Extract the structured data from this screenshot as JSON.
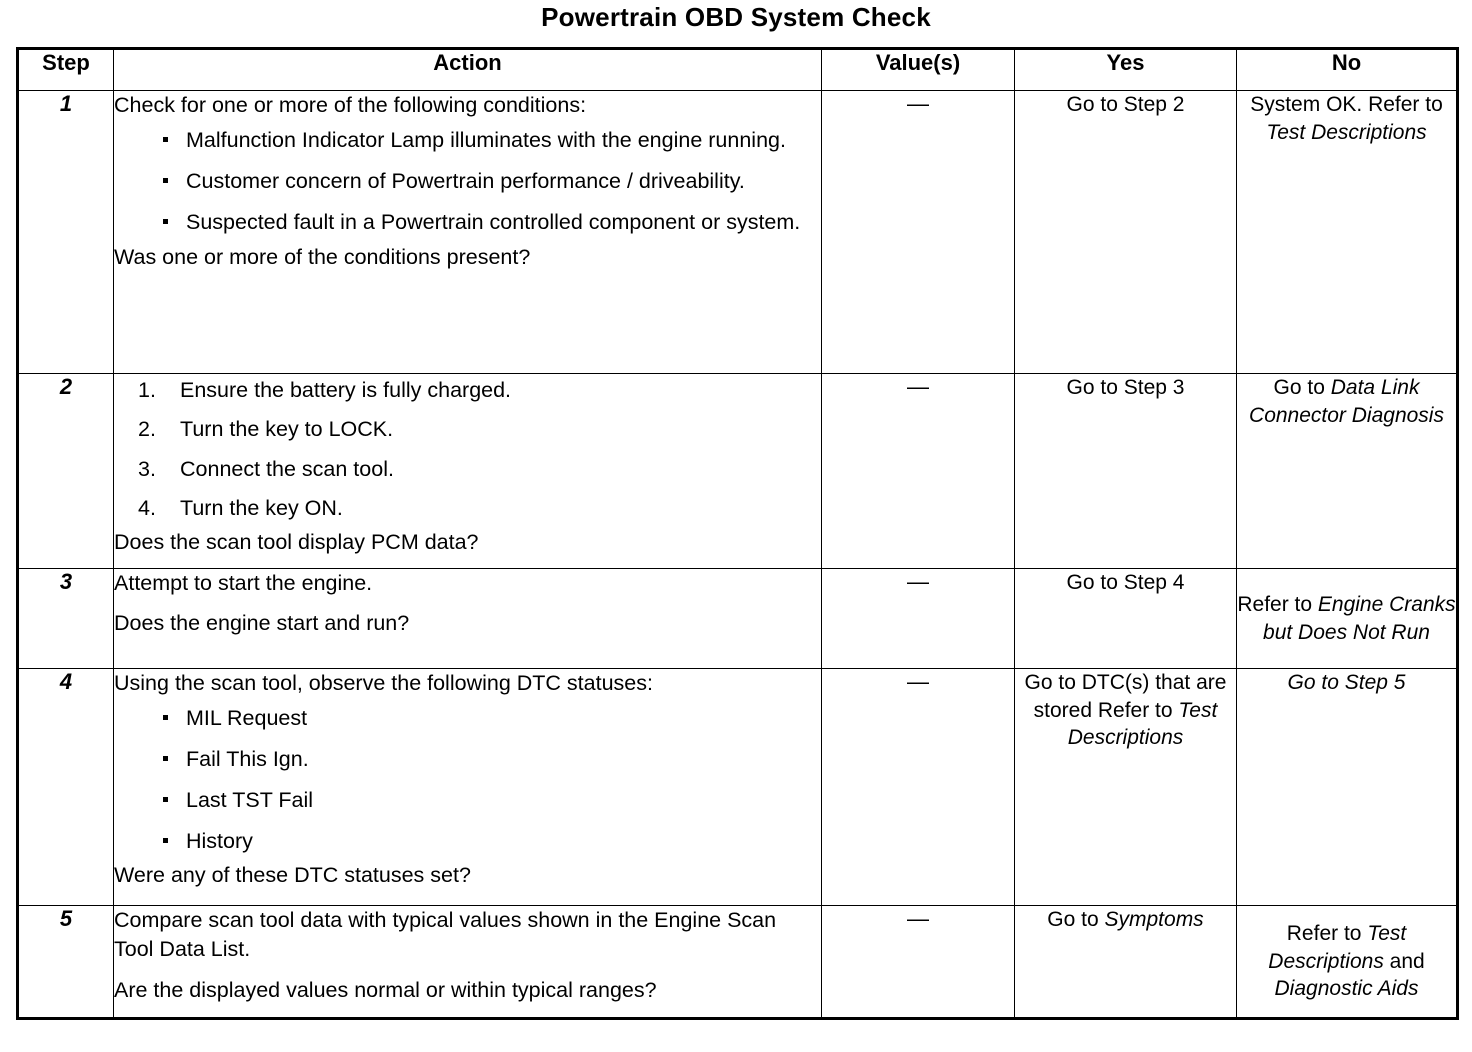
{
  "document": {
    "title": "Powertrain OBD System Check"
  },
  "table": {
    "headers": {
      "step": "Step",
      "action": "Action",
      "values": "Value(s)",
      "yes": "Yes",
      "no": "No"
    },
    "rows": [
      {
        "step": "1",
        "action": {
          "lead": "Check for one or more of the following conditions:",
          "bullets": [
            "Malfunction Indicator Lamp illuminates with the engine running.",
            "Customer concern of Powertrain performance / driveability.",
            "Suspected fault in a Powertrain controlled component or system."
          ],
          "tail": "Was one or more of the conditions present?"
        },
        "value": "—",
        "yes": {
          "plain1": "Go to Step 2",
          "italic1": "",
          "plain2": "",
          "italic2": ""
        },
        "no": {
          "plain1": "System OK. Refer to ",
          "italic1": "Test Descriptions",
          "plain2": "",
          "italic2": ""
        }
      },
      {
        "step": "2",
        "action": {
          "lead": "",
          "numbered": [
            "Ensure the battery is fully charged.",
            "Turn the key to LOCK.",
            "Connect the scan tool.",
            "Turn the key ON."
          ],
          "tail": "Does the scan tool display PCM data?"
        },
        "value": "—",
        "yes": {
          "plain1": "Go to Step 3",
          "italic1": "",
          "plain2": "",
          "italic2": ""
        },
        "no": {
          "plain1": "Go to ",
          "italic1": "Data Link Connector Diagnosis",
          "plain2": "",
          "italic2": ""
        }
      },
      {
        "step": "3",
        "action": {
          "lead": "Attempt to start the engine.",
          "tail": "Does the engine start and run?"
        },
        "value": "—",
        "yes": {
          "plain1": "Go to Step 4",
          "italic1": "",
          "plain2": "",
          "italic2": ""
        },
        "no": {
          "plain1": "Refer to ",
          "italic1": "Engine Cranks but Does Not Run",
          "plain2": "",
          "italic2": ""
        }
      },
      {
        "step": "4",
        "action": {
          "lead": "Using the scan tool, observe the following DTC statuses:",
          "bullets": [
            "MIL Request",
            "Fail This Ign.",
            "Last TST Fail",
            "History"
          ],
          "tail": "Were any of these DTC statuses set?"
        },
        "value": "—",
        "yes": {
          "plain1": "Go to DTC(s) that are stored Refer to ",
          "italic1": "Test Descriptions",
          "plain2": "",
          "italic2": ""
        },
        "no": {
          "plain1": "Go to Step 5",
          "italic1": "",
          "plain2": "",
          "italic2": ""
        }
      },
      {
        "step": "5",
        "action": {
          "lead": "Compare scan tool data with typical values shown in the Engine Scan Tool Data List.",
          "tail": "Are the displayed values normal or within typical ranges?"
        },
        "value": "—",
        "yes": {
          "plain1": "Go to ",
          "italic1": "Symptoms",
          "plain2": "",
          "italic2": ""
        },
        "no": {
          "plain1": "Refer to ",
          "italic1": "Test Descriptions",
          "plain2": " and ",
          "italic2": "Diagnostic Aids"
        }
      }
    ]
  }
}
